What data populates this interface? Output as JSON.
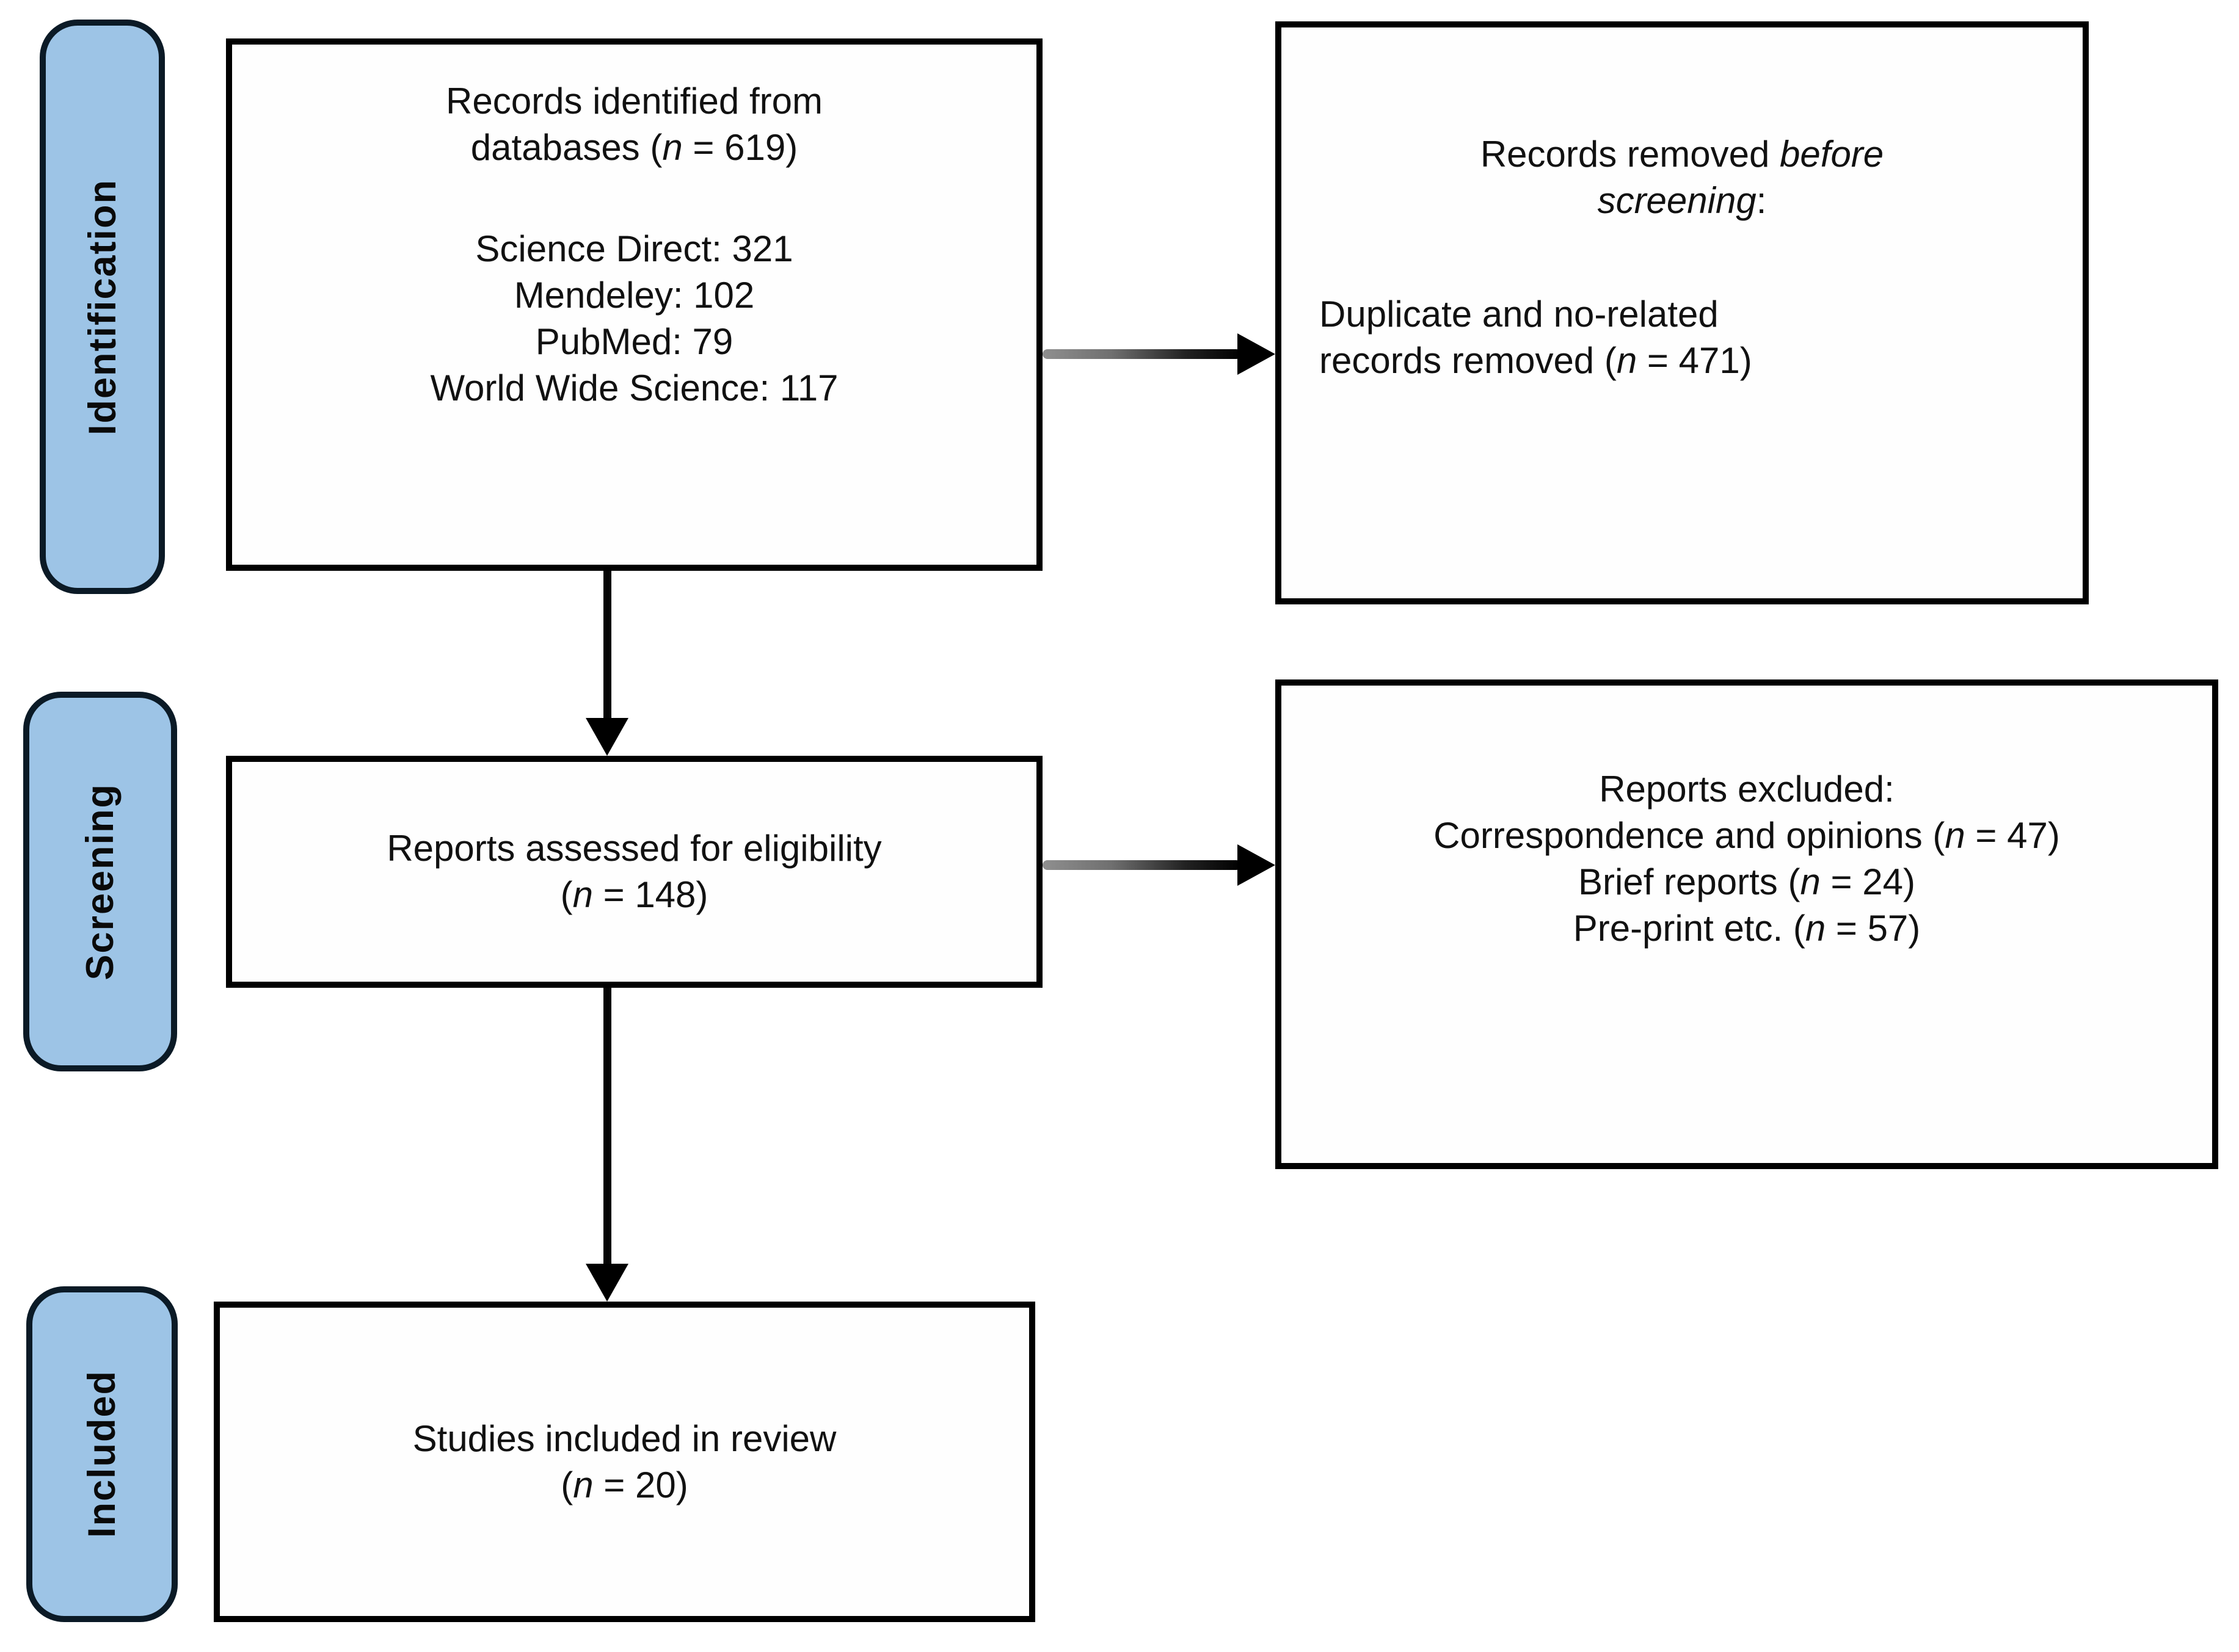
{
  "stages": [
    {
      "id": "identification",
      "label": "Identification"
    },
    {
      "id": "screening",
      "label": "Screening"
    },
    {
      "id": "included",
      "label": "Included"
    }
  ],
  "boxes": {
    "records_identified": {
      "title_lines": [
        "Records identified from",
        "databases (*n* = 619)"
      ],
      "detail_lines": [
        "Science Direct: 321",
        "Mendeley: 102",
        "PubMed: 79",
        "World Wide Science: 117"
      ]
    },
    "records_removed": {
      "title_lines": [
        "Records removed *before*",
        "*screening*:"
      ],
      "detail_lines": [
        "Duplicate and no-related",
        "records removed (*n* = 471)"
      ]
    },
    "reports_assessed": {
      "lines": [
        "Reports assessed for eligibility",
        "(*n* = 148)"
      ]
    },
    "reports_excluded": {
      "lines": [
        "Reports excluded:",
        "Correspondence and opinions (*n* = 47)",
        "Brief reports (*n* = 24)",
        "Pre-print etc. (*n* = 57)"
      ]
    },
    "studies_included": {
      "lines": [
        "Studies included in review",
        "(*n* = 20)"
      ]
    }
  },
  "arrows": [
    {
      "from": "records_identified",
      "to": "records_removed",
      "direction": "right"
    },
    {
      "from": "records_identified",
      "to": "reports_assessed",
      "direction": "down"
    },
    {
      "from": "reports_assessed",
      "to": "reports_excluded",
      "direction": "right"
    },
    {
      "from": "reports_assessed",
      "to": "studies_included",
      "direction": "down"
    }
  ],
  "colors": {
    "stage_fill": "#9DC4E6",
    "stage_border": "#0B1A26",
    "box_border": "#000000",
    "text": "#111111",
    "background": "#FFFFFF"
  }
}
